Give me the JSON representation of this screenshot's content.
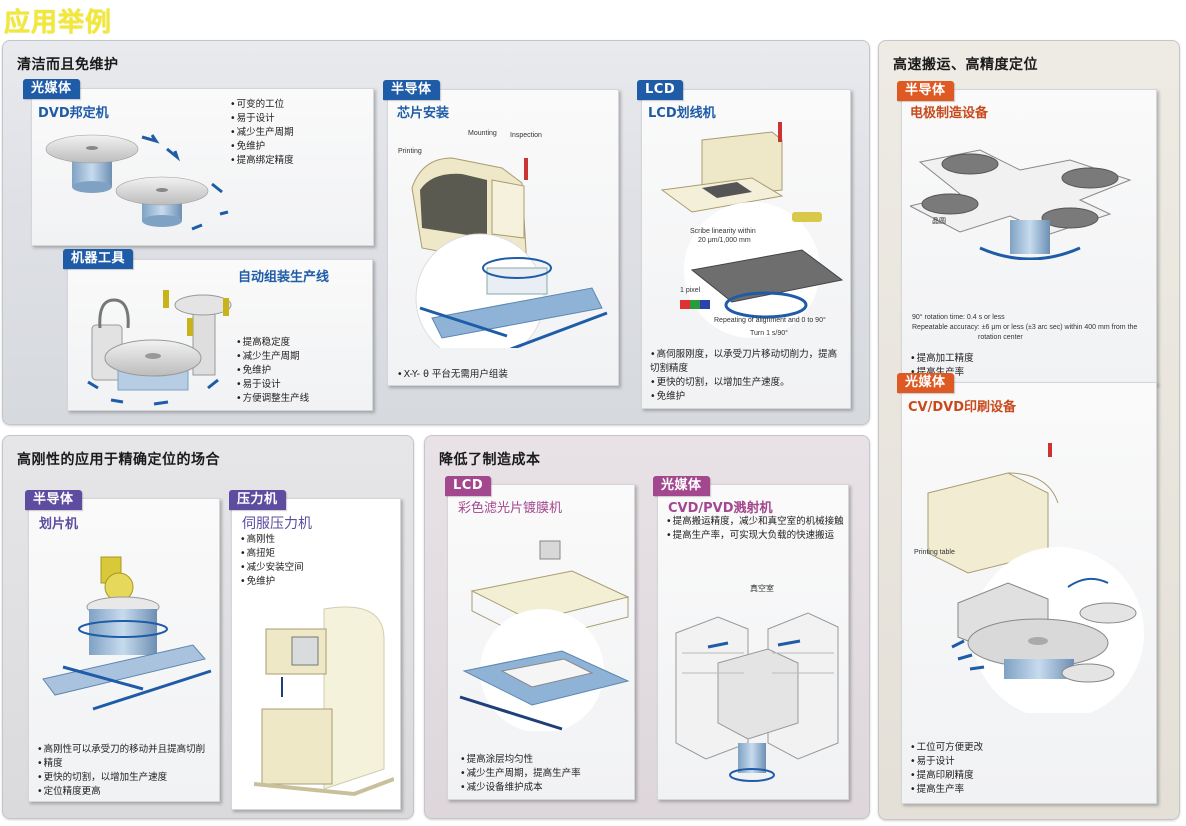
{
  "page_title": "应用举例",
  "colors": {
    "title_yellow": "#f2e83a",
    "blue": "#1f5ca8",
    "purple": "#5d4c9f",
    "magenta": "#a3488f",
    "orange": "#de5a22"
  },
  "sections": {
    "clean": {
      "title": "清洁而且免维护",
      "dvd": {
        "tag": "光媒体",
        "title": "DVD邦定机",
        "bullets": [
          "可变的工位",
          "易于设计",
          "减少生产周期",
          "免维护",
          "提高绑定精度"
        ]
      },
      "machine": {
        "tag": "机器工具",
        "title": "自动组装生产线",
        "bullets": [
          "提高稳定度",
          "减少生产周期",
          "免维护",
          "易于设计",
          "方便调整生产线"
        ]
      },
      "chip": {
        "tag": "半导体",
        "title": "芯片安装",
        "labels": {
          "mounting": "Mounting",
          "inspection": "Inspection",
          "printing": "Printing"
        },
        "bullets": [
          "X-Y- θ 平台无需用户组装"
        ]
      },
      "lcd": {
        "tag": "LCD",
        "title": "LCD划线机",
        "notes": {
          "scribe1": "Scribe linearity within",
          "scribe2": "20 μm/1,000 mm",
          "pixel": "1 pixel",
          "repeat": "Repeating of alignment and 0 to 90°",
          "turn": "Turn 1 s/90°"
        },
        "bullets": [
          "高伺服刚度，以承受刀片移动切削力，提高切割精度",
          "更快的切割，以增加生产速度。",
          "免维护"
        ]
      }
    },
    "rigid": {
      "title": "高刚性的应用于精确定位的场合",
      "dicing": {
        "tag": "半导体",
        "title": "划片机",
        "bullets": [
          "高刚性可以承受刀的移动并且提高切削",
          "精度",
          "更快的切割，以增加生产速度",
          "定位精度更高"
        ]
      },
      "press": {
        "tag": "压力机",
        "title": "伺服压力机",
        "bullets": [
          "高刚性",
          "高扭矩",
          "减少安装空间",
          "免维护"
        ]
      }
    },
    "cost": {
      "title": "降低了制造成本",
      "coater": {
        "tag": "LCD",
        "title": "彩色滤光片镀膜机",
        "bullets": [
          "提高涂层均匀性",
          "减少生产周期，提高生产率",
          "减少设备维护成本"
        ]
      },
      "sputter": {
        "tag": "光媒体",
        "title": "CVD/PVD溅射机",
        "label": "真空室",
        "bullets": [
          "提高搬运精度，减少和真空室的机械接触",
          "提高生产率，可实现大负载的快速搬运"
        ]
      }
    },
    "speed": {
      "title": "高速搬运、高精度定位",
      "electrode": {
        "tag": "半导体",
        "title": "电极制造设备",
        "label": "晶圆",
        "notes": {
          "rotation": "90° rotation time: 0.4 s or less",
          "accuracy1": "Repeatable accuracy: ±6 μm or less (±3 arc sec) within 400 mm from the",
          "accuracy2": "rotation center"
        },
        "bullets": [
          "提高加工精度",
          "提高生产率"
        ]
      },
      "printer": {
        "tag": "光媒体",
        "title": "CV/DVD印刷设备",
        "label": "Printing table",
        "bullets": [
          "工位可方便更改",
          "易于设计",
          "提高印刷精度",
          "提高生产率"
        ]
      }
    }
  }
}
